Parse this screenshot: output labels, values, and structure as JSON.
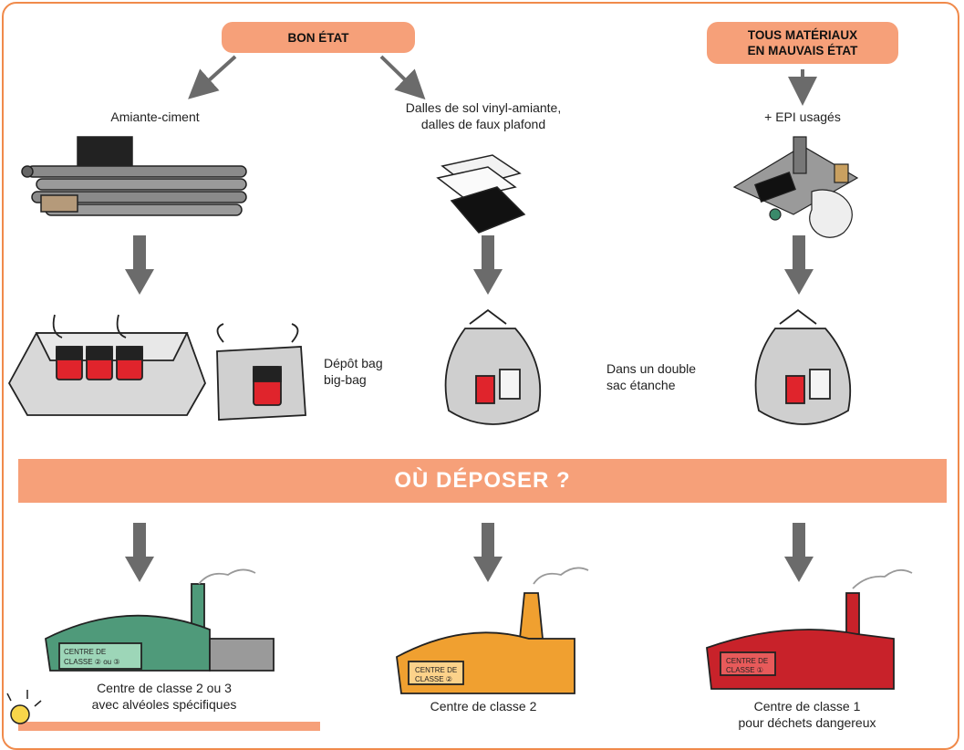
{
  "header": {
    "bon_etat": "BON ÉTAT",
    "mauvais_etat": "TOUS MATÉRIAUX\nEN MAUVAIS ÉTAT"
  },
  "materials": {
    "amiante_ciment": "Amiante-ciment",
    "dalles": "Dalles de sol vinyl-amiante,\ndalles de faux plafond",
    "epi": "+ EPI usagés"
  },
  "packaging": {
    "depot_bag": "Dépôt bag\nbig-bag",
    "double_sac": "Dans un double\nsac étanche"
  },
  "banner": {
    "title": "OÙ DÉPOSER ?"
  },
  "centers": {
    "classe_2_3": "Centre de classe 2 ou 3\navec alvéoles spécifiques",
    "classe_2": "Centre de classe 2",
    "classe_1": "Centre de classe 1\npour déchets dangereux"
  },
  "signs": {
    "sign_green": "CENTRE DE\nCLASSE ②ou ③",
    "sign_orange": "CENTRE DE\nCLASSE ②",
    "sign_red": "CENTRE DE\nCLASSE ①"
  },
  "colors": {
    "accent": "#f6a079",
    "border": "#f08a4b",
    "arrow": "#6b6b6b",
    "green_center": "#4f9a7a",
    "orange_center": "#f0a030",
    "red_center": "#c8222a",
    "bag_red": "#e0242c"
  }
}
